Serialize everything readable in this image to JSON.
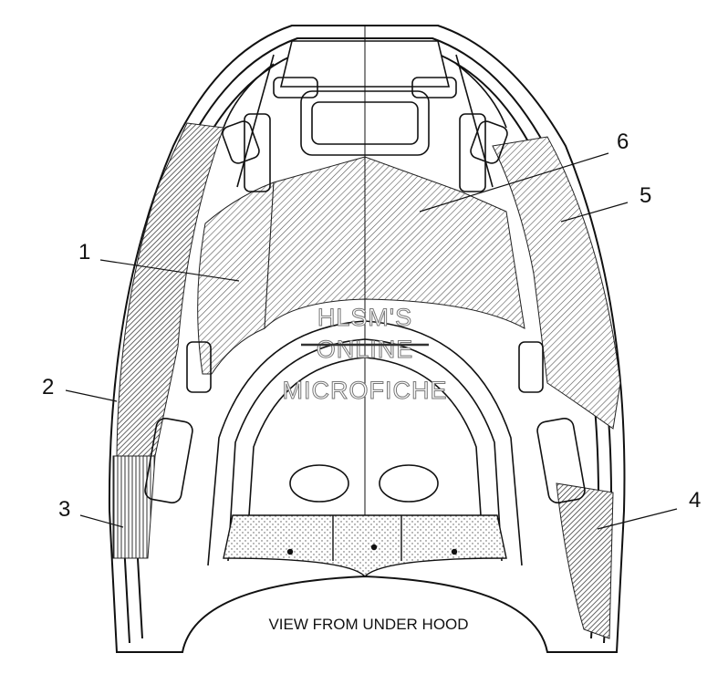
{
  "diagram": {
    "caption": "VIEW FROM UNDER HOOD",
    "callouts": [
      {
        "id": "1",
        "label": "1"
      },
      {
        "id": "2",
        "label": "2"
      },
      {
        "id": "3",
        "label": "3"
      },
      {
        "id": "4",
        "label": "4"
      },
      {
        "id": "5",
        "label": "5"
      },
      {
        "id": "6",
        "label": "6"
      }
    ],
    "watermark": {
      "line1": "HLSM'S",
      "line2": "ONLINE",
      "line3": "MICROFICHE"
    }
  }
}
